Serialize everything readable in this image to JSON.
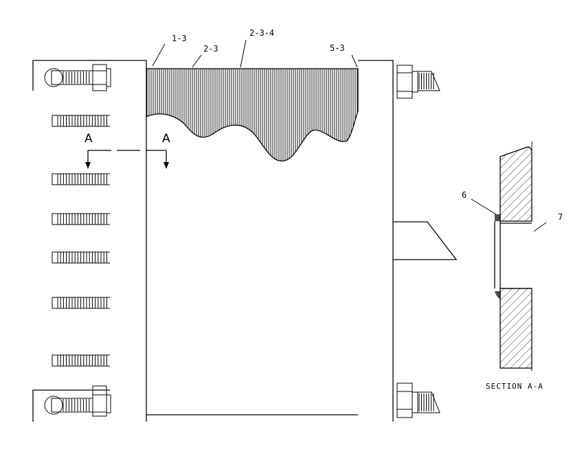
{
  "callouts": {
    "c1": "1-3",
    "c2": "2-3",
    "c3": "2-3-4",
    "c4": "5-3",
    "c6": "6",
    "c7": "7"
  },
  "section_marks": {
    "left": "A",
    "right": "A"
  },
  "section_caption": "SECTION A-A"
}
